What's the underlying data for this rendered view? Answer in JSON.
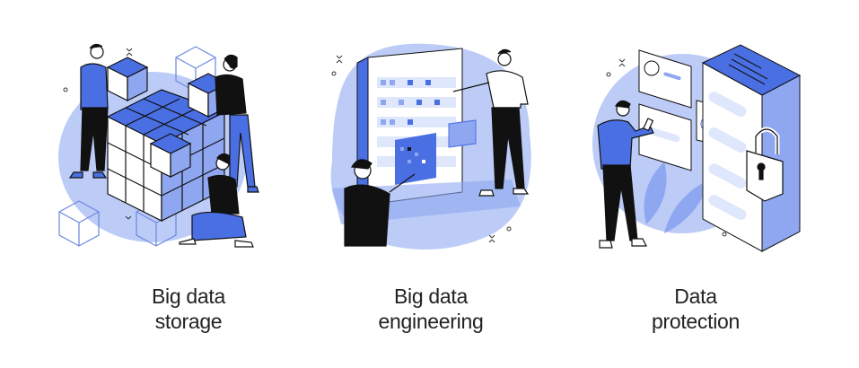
{
  "colors": {
    "background": "#ffffff",
    "accent": "#4a6fe3",
    "light_accent": "#bcccf7",
    "pale": "#dfe7fc",
    "ink": "#111111"
  },
  "panels": [
    {
      "id": "big-data-storage",
      "illustration": "people-assembling-cube-blocks",
      "caption_line1": "Big data",
      "caption_line2": "storage"
    },
    {
      "id": "big-data-engineering",
      "illustration": "people-with-data-dashboard-screen",
      "caption_line1": "Big data",
      "caption_line2": "engineering"
    },
    {
      "id": "data-protection",
      "illustration": "man-with-phone-server-padlock",
      "caption_line1": "Data",
      "caption_line2": "protection"
    }
  ]
}
